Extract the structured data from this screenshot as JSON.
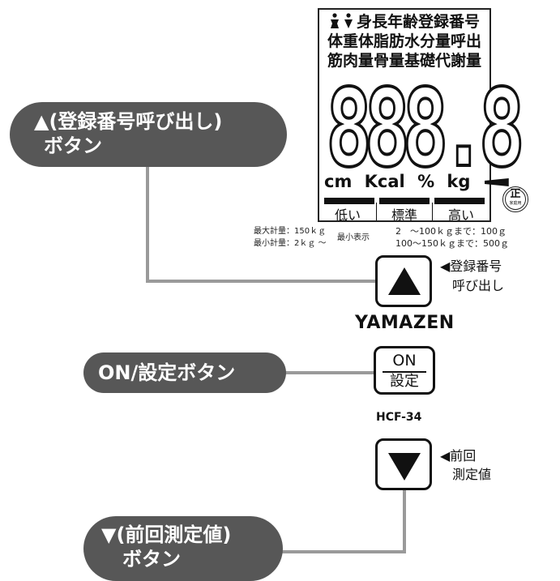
{
  "display": {
    "icon_row_text": "身長年齢登録番号",
    "row2": "体重体脂肪水分量呼出",
    "row3": "筋肉量骨量基礎代謝量",
    "digits": "888.8",
    "units": [
      "cm",
      "Kcal",
      "%",
      "kg"
    ],
    "levels": [
      "低い",
      "標準",
      "高い"
    ]
  },
  "seal": {
    "main": "正",
    "sub": "家庭用"
  },
  "specs": {
    "max_capacity": "最大計量：150ｋｇ",
    "min_capacity": "最小計量：2ｋｇ ～",
    "min_display_label": "最小表示",
    "range1": "2　～100ｋｇまで：100ｇ",
    "range2": "100～150ｋｇまで：500ｇ"
  },
  "callouts": {
    "up": {
      "line1": "▲(登録番号呼び出し)",
      "line2": "ボタン"
    },
    "on": {
      "line1": "ON/設定ボタン"
    },
    "down": {
      "line1": "▼(前回測定値)",
      "line2": "ボタン"
    }
  },
  "buttons": {
    "up_side_line1": "◀登録番号",
    "up_side_line2": "呼び出し",
    "on_top": "ON",
    "on_bottom": "設定",
    "down_side_line1": "◀前回",
    "down_side_line2": "測定値"
  },
  "brand": "YAMAZEN",
  "model": "HCF-34"
}
